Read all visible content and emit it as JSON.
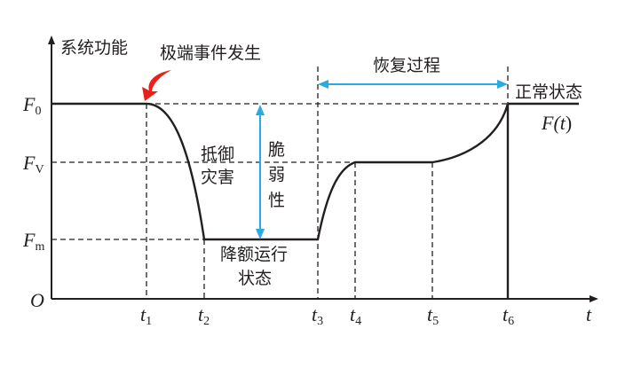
{
  "y_axis_label": "系统功能",
  "x_axis_label": "t",
  "origin": "O",
  "event_label": "极端事件发生",
  "recovery_label": "恢复过程",
  "normal_label": "正常状态",
  "function_label": {
    "main": "F(",
    "var": "t",
    "close": ")"
  },
  "resist_label": [
    "抵御",
    "灾害"
  ],
  "vulnerability_label": [
    "脆",
    "弱",
    "性"
  ],
  "degraded_label": [
    "降额运行",
    "状态"
  ],
  "levels": [
    {
      "base": "F",
      "sub": "0"
    },
    {
      "base": "F",
      "sub": "V"
    },
    {
      "base": "F",
      "sub": "m"
    }
  ],
  "times": [
    {
      "base": "t",
      "sub": "1"
    },
    {
      "base": "t",
      "sub": "2"
    },
    {
      "base": "t",
      "sub": "3"
    },
    {
      "base": "t",
      "sub": "4"
    },
    {
      "base": "t",
      "sub": "5"
    },
    {
      "base": "t",
      "sub": "6"
    }
  ],
  "colors": {
    "curve": "#231f20",
    "arrow_blue": "#29abe2",
    "event_red": "#e8221b"
  }
}
